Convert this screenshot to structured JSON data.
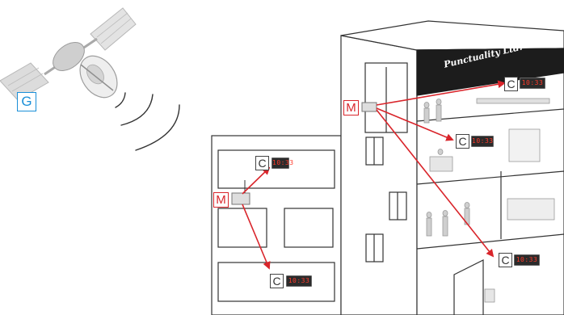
{
  "labels": {
    "gps": "G",
    "master_left": "M",
    "master_right": "M",
    "clock_left_upper": "C",
    "clock_left_lower": "C",
    "clock_right_top": "C",
    "clock_right_mid": "C",
    "clock_right_low": "C"
  },
  "company_name": "Punctuality Ltd.",
  "clock_displays": {
    "left_upper": "10:33",
    "left_lower": "10:33",
    "right_top": "10:33",
    "right_mid": "10:33",
    "right_low": "10:33"
  },
  "colors": {
    "gps_label": "#1a8fd8",
    "master_label": "#d9252b",
    "arrow": "#d9252b",
    "outline": "#333333",
    "clock_digits": "#ff3a2a"
  }
}
